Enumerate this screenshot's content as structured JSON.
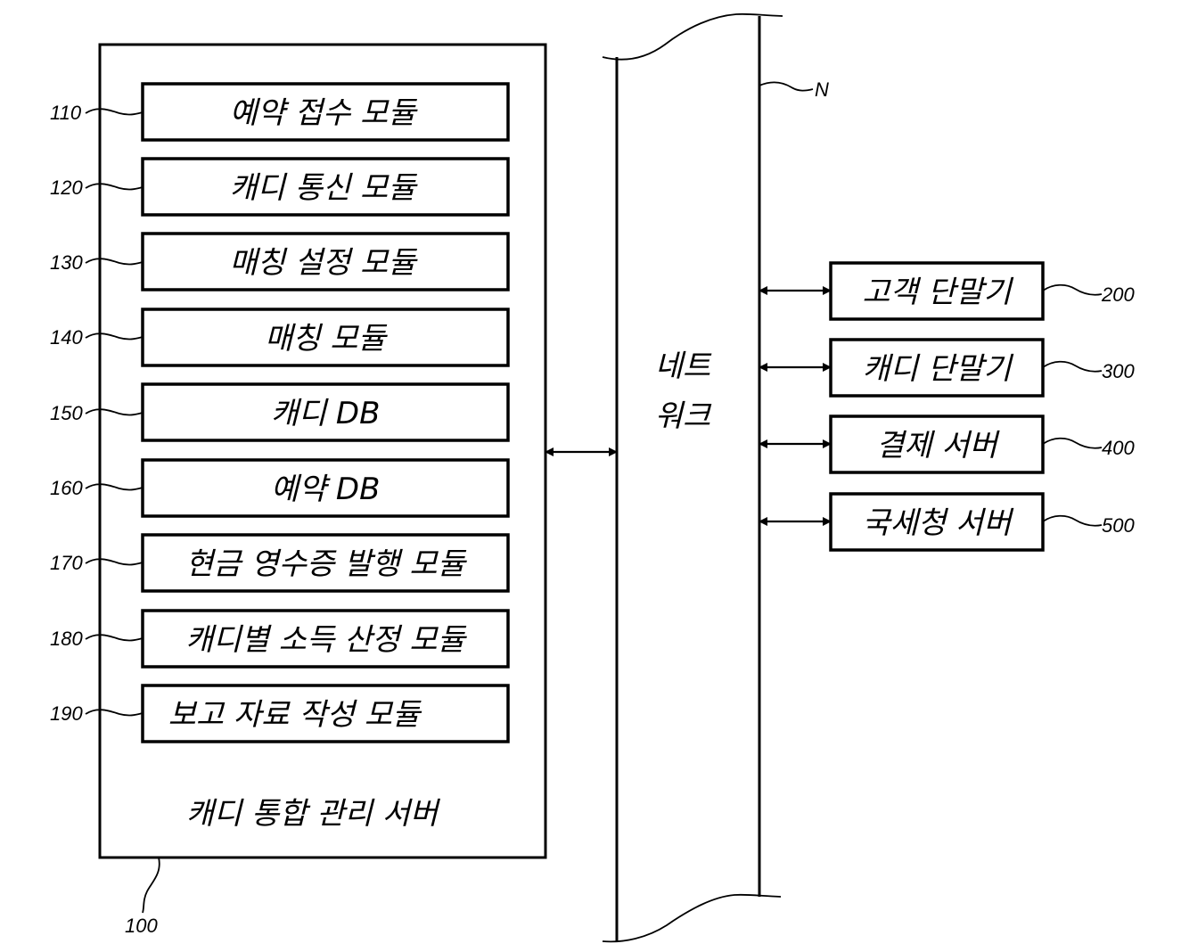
{
  "server": {
    "title": "캐디 통합 관리 서버",
    "ref": "100",
    "modules": [
      {
        "label": "예약 접수 모듈",
        "ref": "110"
      },
      {
        "label": "캐디 통신 모듈",
        "ref": "120"
      },
      {
        "label": "매칭 설정 모듈",
        "ref": "130"
      },
      {
        "label": "매칭 모듈",
        "ref": "140"
      },
      {
        "label": "캐디 DB",
        "ref": "150"
      },
      {
        "label": "예약 DB",
        "ref": "160"
      },
      {
        "label": "현금 영수증 발행 모듈",
        "ref": "170"
      },
      {
        "label": "캐디별 소득 산정 모듈",
        "ref": "180"
      },
      {
        "label": "보고 자료 작성 모듈",
        "ref": "190"
      }
    ]
  },
  "network": {
    "label_line1": "네트",
    "label_line2": "워크",
    "ref": "N"
  },
  "devices": [
    {
      "label": "고객 단말기",
      "ref": "200"
    },
    {
      "label": "캐디 단말기",
      "ref": "300"
    },
    {
      "label": "결제 서버",
      "ref": "400"
    },
    {
      "label": "국세청 서버",
      "ref": "500"
    }
  ]
}
